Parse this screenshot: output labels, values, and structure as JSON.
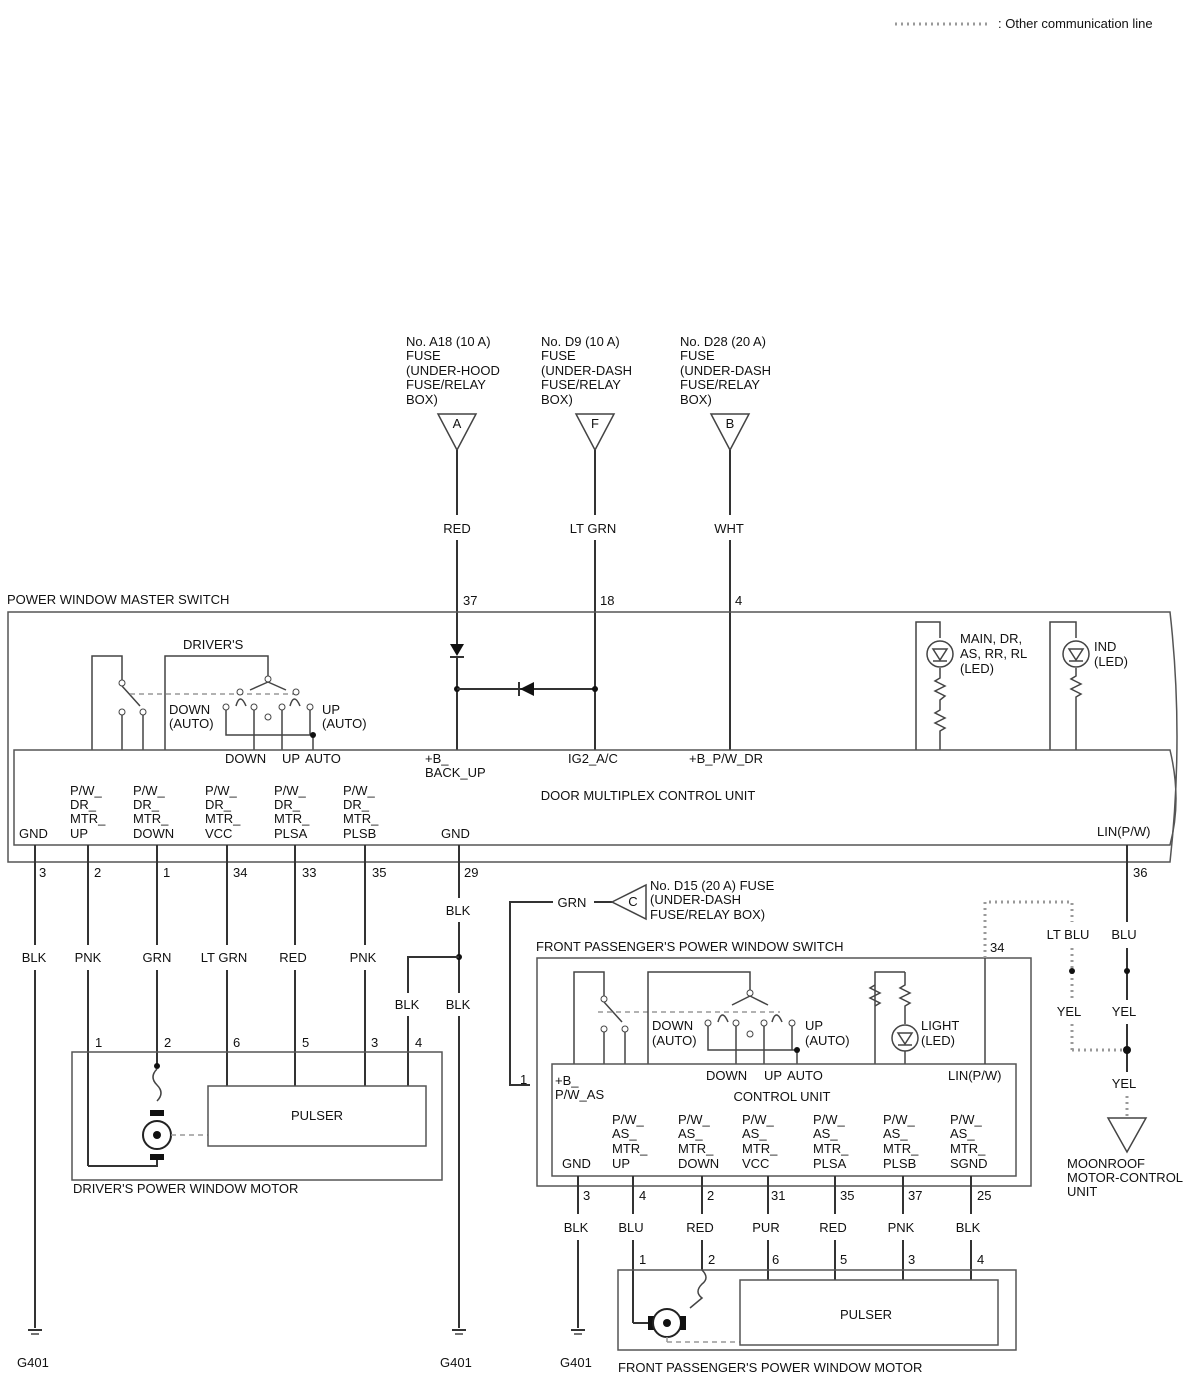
{
  "legend": {
    "text": ": Other communication line"
  },
  "fuses": {
    "a18": {
      "lines": [
        "No. A18 (10 A)",
        "FUSE",
        "(UNDER-HOOD",
        "FUSE/RELAY",
        "BOX)"
      ],
      "letter": "A",
      "wire": "RED",
      "pin": "37"
    },
    "d9": {
      "lines": [
        "No. D9 (10 A)",
        "FUSE",
        "(UNDER-DASH",
        "FUSE/RELAY",
        "BOX)"
      ],
      "letter": "F",
      "wire": "LT GRN",
      "pin": "18"
    },
    "d28": {
      "lines": [
        "No. D28 (20 A)",
        "FUSE",
        "(UNDER-DASH",
        "FUSE/RELAY",
        "BOX)"
      ],
      "letter": "B",
      "wire": "WHT",
      "pin": "4"
    },
    "d15": {
      "lines": [
        "No. D15 (20 A) FUSE",
        "(UNDER-DASH",
        "FUSE/RELAY BOX)"
      ],
      "letter": "C",
      "wire": "GRN"
    }
  },
  "master_switch": {
    "title": "POWER WINDOW MASTER SWITCH",
    "drivers": "DRIVER'S",
    "down_auto": [
      "DOWN",
      "(AUTO)"
    ],
    "up_auto": [
      "UP",
      "(AUTO)"
    ],
    "switch_labels": {
      "down": "DOWN",
      "up": "UP",
      "auto": "AUTO"
    },
    "led_main": [
      "MAIN, DR,",
      "AS, RR, RL",
      "(LED)"
    ],
    "led_ind": [
      "IND",
      "(LED)"
    ],
    "unit_title": "DOOR MULTIPLEX CONTROL UNIT",
    "b_backup": [
      "+B_",
      "BACK_UP"
    ],
    "ig2": "IG2_A/C",
    "b_pw_dr": "+B_P/W_DR",
    "gnd1": "GND",
    "gnd2": "GND",
    "lin": "LIN(P/W)",
    "pins": [
      {
        "lines": [
          "P/W_",
          "DR_",
          "MTR_",
          "UP"
        ]
      },
      {
        "lines": [
          "P/W_",
          "DR_",
          "MTR_",
          "DOWN"
        ]
      },
      {
        "lines": [
          "P/W_",
          "DR_",
          "MTR_",
          "VCC"
        ]
      },
      {
        "lines": [
          "P/W_",
          "DR_",
          "MTR_",
          "PLSA"
        ]
      },
      {
        "lines": [
          "P/W_",
          "DR_",
          "MTR_",
          "PLSB"
        ]
      }
    ]
  },
  "master_wires": [
    {
      "pin": "3",
      "color": "BLK"
    },
    {
      "pin": "2",
      "color": "PNK"
    },
    {
      "pin": "1",
      "color": "GRN"
    },
    {
      "pin": "34",
      "color": "LT GRN"
    },
    {
      "pin": "33",
      "color": "RED"
    },
    {
      "pin": "35",
      "color": "PNK"
    }
  ],
  "gnd_wire": {
    "pin": "29",
    "color": "BLK",
    "branch_left": "BLK",
    "branch_down": "BLK"
  },
  "lin_wire": {
    "pin": "36",
    "color": "BLU"
  },
  "driver_motor": {
    "title": "DRIVER'S POWER WINDOW MOTOR",
    "pulser": "PULSER",
    "pins": [
      "1",
      "2",
      "6",
      "5",
      "3",
      "4"
    ]
  },
  "grounds": [
    "G401",
    "G401",
    "G401"
  ],
  "passenger_switch": {
    "title": "FRONT PASSENGER'S POWER WINDOW SWITCH",
    "pin_34": "34",
    "pin_1": "1",
    "down_auto": [
      "DOWN",
      "(AUTO)"
    ],
    "up_auto": [
      "UP",
      "(AUTO)"
    ],
    "light": [
      "LIGHT",
      "(LED)"
    ],
    "switch_labels": {
      "down": "DOWN",
      "up": "UP",
      "auto": "AUTO"
    },
    "lin": "LIN(P/W)",
    "b_pw_as": [
      "+B_",
      "P/W_AS"
    ],
    "unit_title": "CONTROL UNIT",
    "gnd": "GND",
    "pins": [
      {
        "lines": [
          "P/W_",
          "AS_",
          "MTR_",
          "UP"
        ]
      },
      {
        "lines": [
          "P/W_",
          "AS_",
          "MTR_",
          "DOWN"
        ]
      },
      {
        "lines": [
          "P/W_",
          "AS_",
          "MTR_",
          "VCC"
        ]
      },
      {
        "lines": [
          "P/W_",
          "AS_",
          "MTR_",
          "PLSA"
        ]
      },
      {
        "lines": [
          "P/W_",
          "AS_",
          "MTR_",
          "PLSB"
        ]
      },
      {
        "lines": [
          "P/W_",
          "AS_",
          "MTR_",
          "SGND"
        ]
      }
    ]
  },
  "passenger_wires": [
    {
      "pin": "3",
      "color": "BLK"
    },
    {
      "pin": "4",
      "color": "BLU"
    },
    {
      "pin": "2",
      "color": "RED"
    },
    {
      "pin": "31",
      "color": "PUR"
    },
    {
      "pin": "35",
      "color": "RED"
    },
    {
      "pin": "37",
      "color": "PNK"
    },
    {
      "pin": "25",
      "color": "BLK"
    }
  ],
  "passenger_motor": {
    "title": "FRONT PASSENGER'S POWER WINDOW MOTOR",
    "pulser": "PULSER",
    "pins": [
      "1",
      "2",
      "6",
      "5",
      "3",
      "4"
    ]
  },
  "moonroof": {
    "ltblu": "LT BLU",
    "blu": "BLU",
    "yel1": "YEL",
    "yel2": "YEL",
    "yel3": "YEL",
    "unit": [
      "MOONROOF",
      "MOTOR-CONTROL",
      "UNIT"
    ]
  }
}
